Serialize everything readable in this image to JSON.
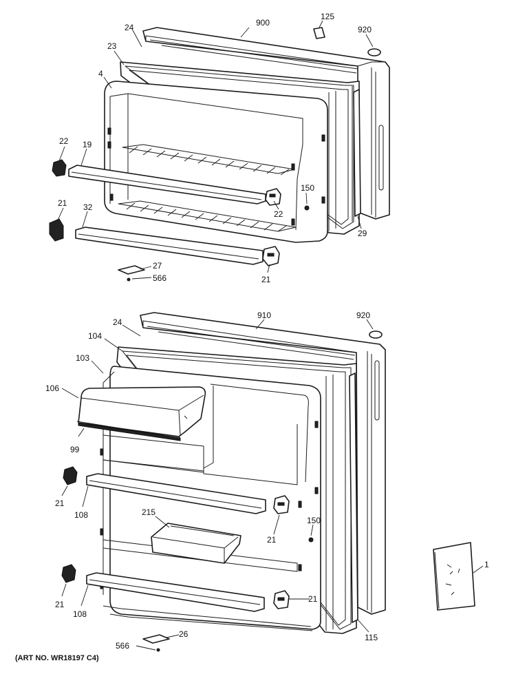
{
  "art_number": "(ART NO. WR18197 C4)",
  "freezer_labels": {
    "p900": "900",
    "p125": "125",
    "p920": "920",
    "p24": "24",
    "p23": "23",
    "p4": "4",
    "p22a": "22",
    "p19": "19",
    "p21a": "21",
    "p32": "32",
    "p150": "150",
    "p22b": "22",
    "p29": "29",
    "p27": "27",
    "p566": "566",
    "p21b": "21"
  },
  "fresh_labels": {
    "p910": "910",
    "p920": "920",
    "p24": "24",
    "p104": "104",
    "p103": "103",
    "p106": "106",
    "p99": "99",
    "p21a": "21",
    "p108a": "108",
    "p215": "215",
    "p150": "150",
    "p21b": "21",
    "p21c": "21",
    "p108b": "108",
    "p21d": "21",
    "p115": "115",
    "p26": "26",
    "p566": "566",
    "p1": "1"
  }
}
